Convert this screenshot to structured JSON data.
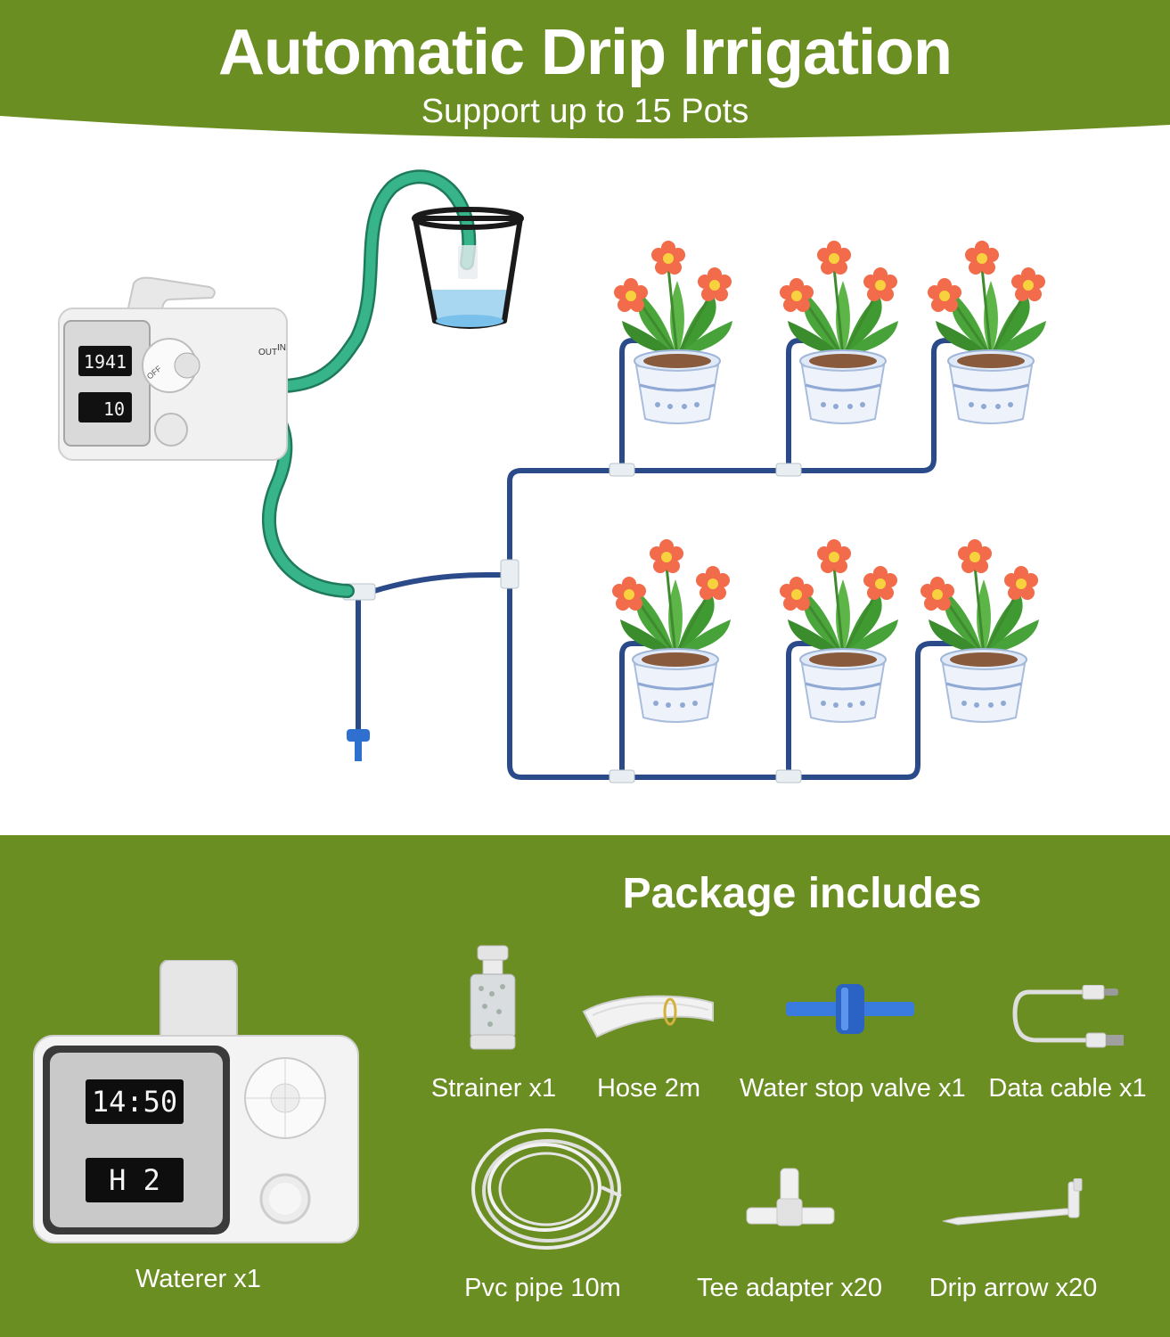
{
  "header": {
    "title": "Automatic Drip Irrigation",
    "subtitle": "Support up to 15 Pots"
  },
  "device_diagram": {
    "display_top": "1941",
    "display_bottom": "10",
    "port_out": "OUT",
    "port_in": "IN",
    "dial_off": "OFF"
  },
  "package": {
    "title": "Package includes",
    "waterer_display_top": "14:50",
    "waterer_display_bottom": "H 2",
    "items": [
      {
        "label": "Waterer x1"
      },
      {
        "label": "Strainer x1"
      },
      {
        "label": "Hose 2m"
      },
      {
        "label": "Water stop valve x1"
      },
      {
        "label": "Data cable x1"
      },
      {
        "label": "Pvc pipe 10m"
      },
      {
        "label": "Tee adapter x20"
      },
      {
        "label": "Drip arrow x20"
      }
    ]
  },
  "colors": {
    "brand_green": "#6b8e23",
    "hose_green": "#2aa37e",
    "pipe_blue": "#2b4a8a"
  }
}
